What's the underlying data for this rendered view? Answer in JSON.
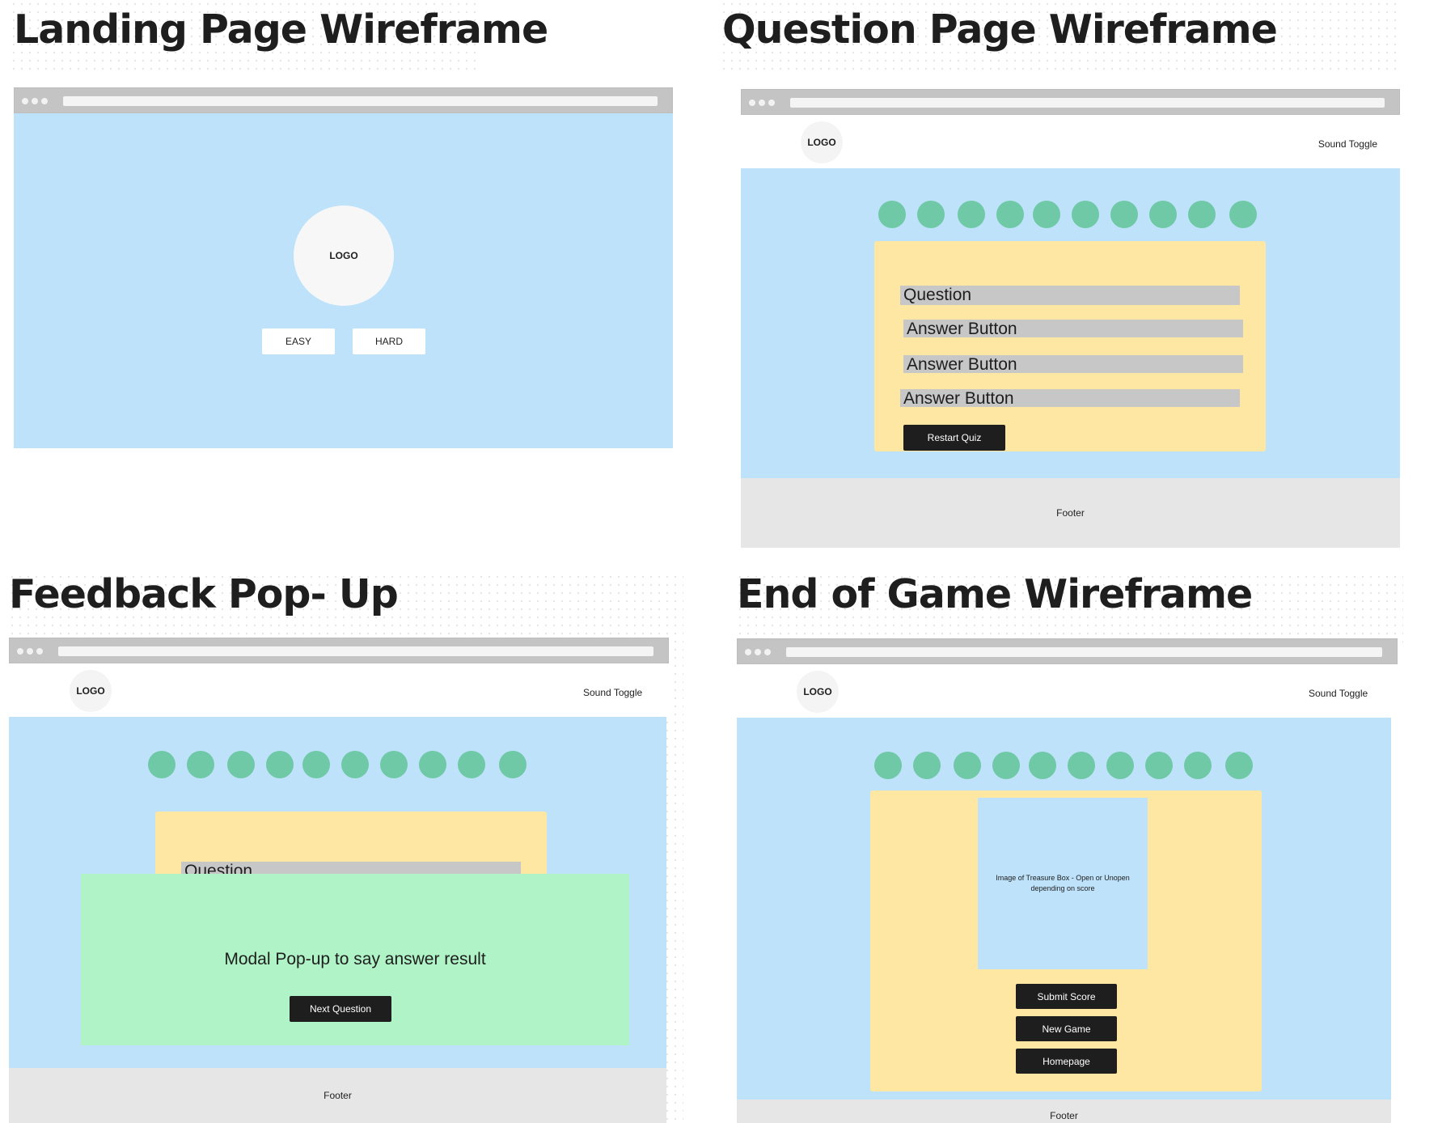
{
  "landing": {
    "title": "Landing Page Wireframe",
    "logo": "LOGO",
    "easy_label": "EASY",
    "hard_label": "HARD"
  },
  "question_page": {
    "title": "Question Page Wireframe",
    "logo": "LOGO",
    "sound_toggle": "Sound Toggle",
    "question": "Question",
    "answers": [
      "Answer Button",
      "Answer Button",
      "Answer Button"
    ],
    "restart_label": "Restart Quiz",
    "footer": "Footer"
  },
  "feedback_popup": {
    "title": "Feedback Pop- Up",
    "logo": "LOGO",
    "sound_toggle": "Sound Toggle",
    "question": "Question",
    "modal_text": "Modal Pop-up to say answer result",
    "next_label": "Next Question",
    "footer": "Footer"
  },
  "end_of_game": {
    "title": "End of Game Wireframe",
    "logo": "LOGO",
    "sound_toggle": "Sound Toggle",
    "image_caption": "Image of Treasure Box - Open or Unopen depending on score",
    "submit_label": "Submit Score",
    "new_game_label": "New Game",
    "homepage_label": "Homepage",
    "footer": "Footer"
  },
  "progress_dot_count": 10,
  "colors": {
    "content_blue": "#bde2fa",
    "card_yellow": "#fee7a2",
    "progress_green": "#6fc9a6",
    "modal_green": "#aff3c6",
    "bar_grey": "#c7c7c7",
    "button_dark": "#1e1e1e",
    "footer_grey": "#e6e6e6"
  },
  "icons": [
    "window-dots-icon"
  ]
}
